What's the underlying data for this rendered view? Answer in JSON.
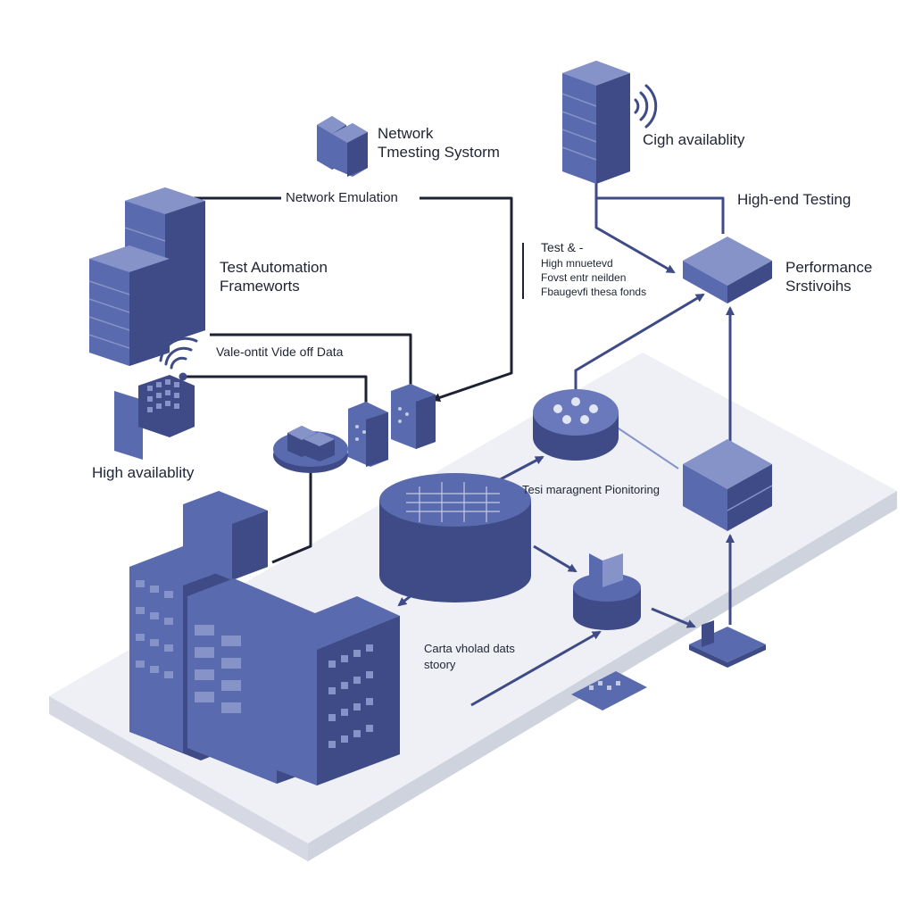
{
  "colors": {
    "accent": "#5a6aae",
    "accent_dark": "#3e4b86",
    "accent_light": "#8593c9",
    "platform": "#eceef3",
    "line": "#1c2233"
  },
  "labels": {
    "network_testing": [
      "Network",
      "Tmesting Systorm"
    ],
    "network_emulation": "Network Emulation",
    "test_automation": [
      "Test Automation",
      "Frameworts"
    ],
    "vale_data": "Vale-ontit Vide off Data",
    "high_availability_left": "High availablity",
    "cigh_availability": "Cigh availablity",
    "high_end_testing": "High-end Testing",
    "test_notes": [
      "Test & -",
      "High mnuetevd",
      "Fovst entr neilden",
      "Fbaugevfi thesa fonds"
    ],
    "performance": [
      "Performance",
      "Srstivoihs"
    ],
    "test_management": "Tesi maragnent Pionitoring",
    "cache_data": [
      "Carta vholad dats",
      "stoory"
    ]
  },
  "icons": [
    "network-testing-cubes-icon",
    "server-rack-icon",
    "wifi-icon",
    "cloud-cubes-icon",
    "switch-icon",
    "hub-icon",
    "database-icon",
    "monitor-icon",
    "chip-icon",
    "office-building-icon"
  ]
}
